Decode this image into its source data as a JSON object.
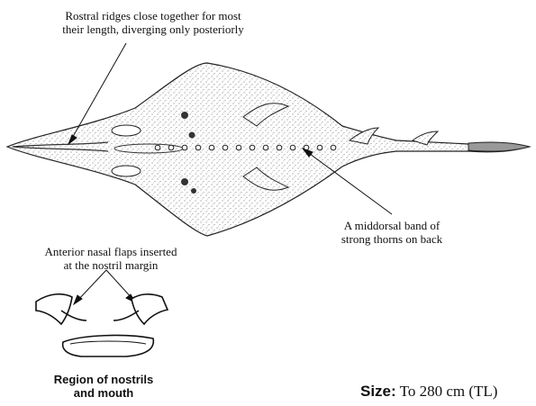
{
  "labels": {
    "rostral_line1": "Rostral ridges close together for most",
    "rostral_line2": "their length, diverging only posteriorly",
    "band_line1": "A middorsal band of",
    "band_line2": "strong thorns on back",
    "nasal_line1": "Anterior nasal flaps inserted",
    "nasal_line2": "at the nostril margin",
    "region_line1": "Region of nostrils",
    "region_line2": "and mouth",
    "size_key": "Size:",
    "size_value": " To 280 cm (TL)"
  }
}
